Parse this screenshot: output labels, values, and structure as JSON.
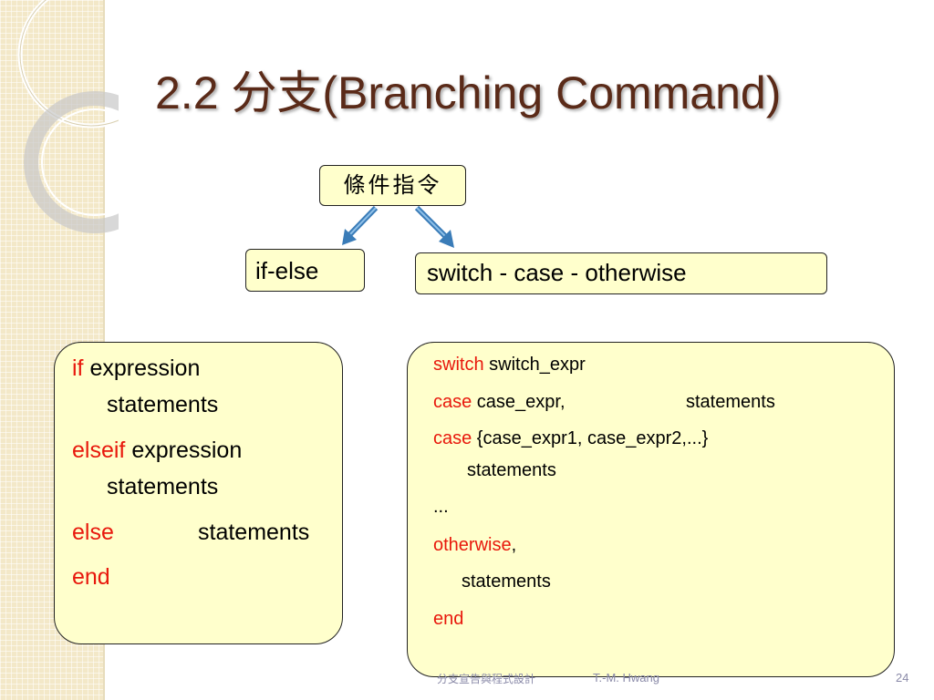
{
  "slide": {
    "title": "2.2 分支(Branching Command)"
  },
  "diagram": {
    "root": "條件指令",
    "left_branch": "if-else",
    "right_branch": "switch - case - otherwise"
  },
  "if_else_code": {
    "line1_kw": "if",
    "line1_rest": " expression",
    "line2": "statements",
    "line3_kw": "elseif",
    "line3_rest": " expression",
    "line4": "statements",
    "line5_kw": "else",
    "line5_rest": "statements",
    "line6_kw": "end"
  },
  "switch_code": {
    "line1_kw": "switch",
    "line1_rest": " switch_expr",
    "line2_kw": "case",
    "line2_rest": " case_expr,",
    "line2_stmt": "statements",
    "line3_kw": "case",
    "line3_rest": " {case_expr1, case_expr2,...}",
    "line4": "statements",
    "line5": "...",
    "line6_kw": "otherwise",
    "line6_rest": ",",
    "line7": "statements",
    "line8_kw": "end"
  },
  "footer": {
    "course": "分支宣告與程式設計",
    "author": "T.-M. Hwang",
    "page": "24"
  },
  "colors": {
    "title": "#5a2a18",
    "keyword": "#e8180c",
    "box_fill": "#ffffcc",
    "arrow": "#3a7cb8",
    "band": "#f3e8c8"
  }
}
